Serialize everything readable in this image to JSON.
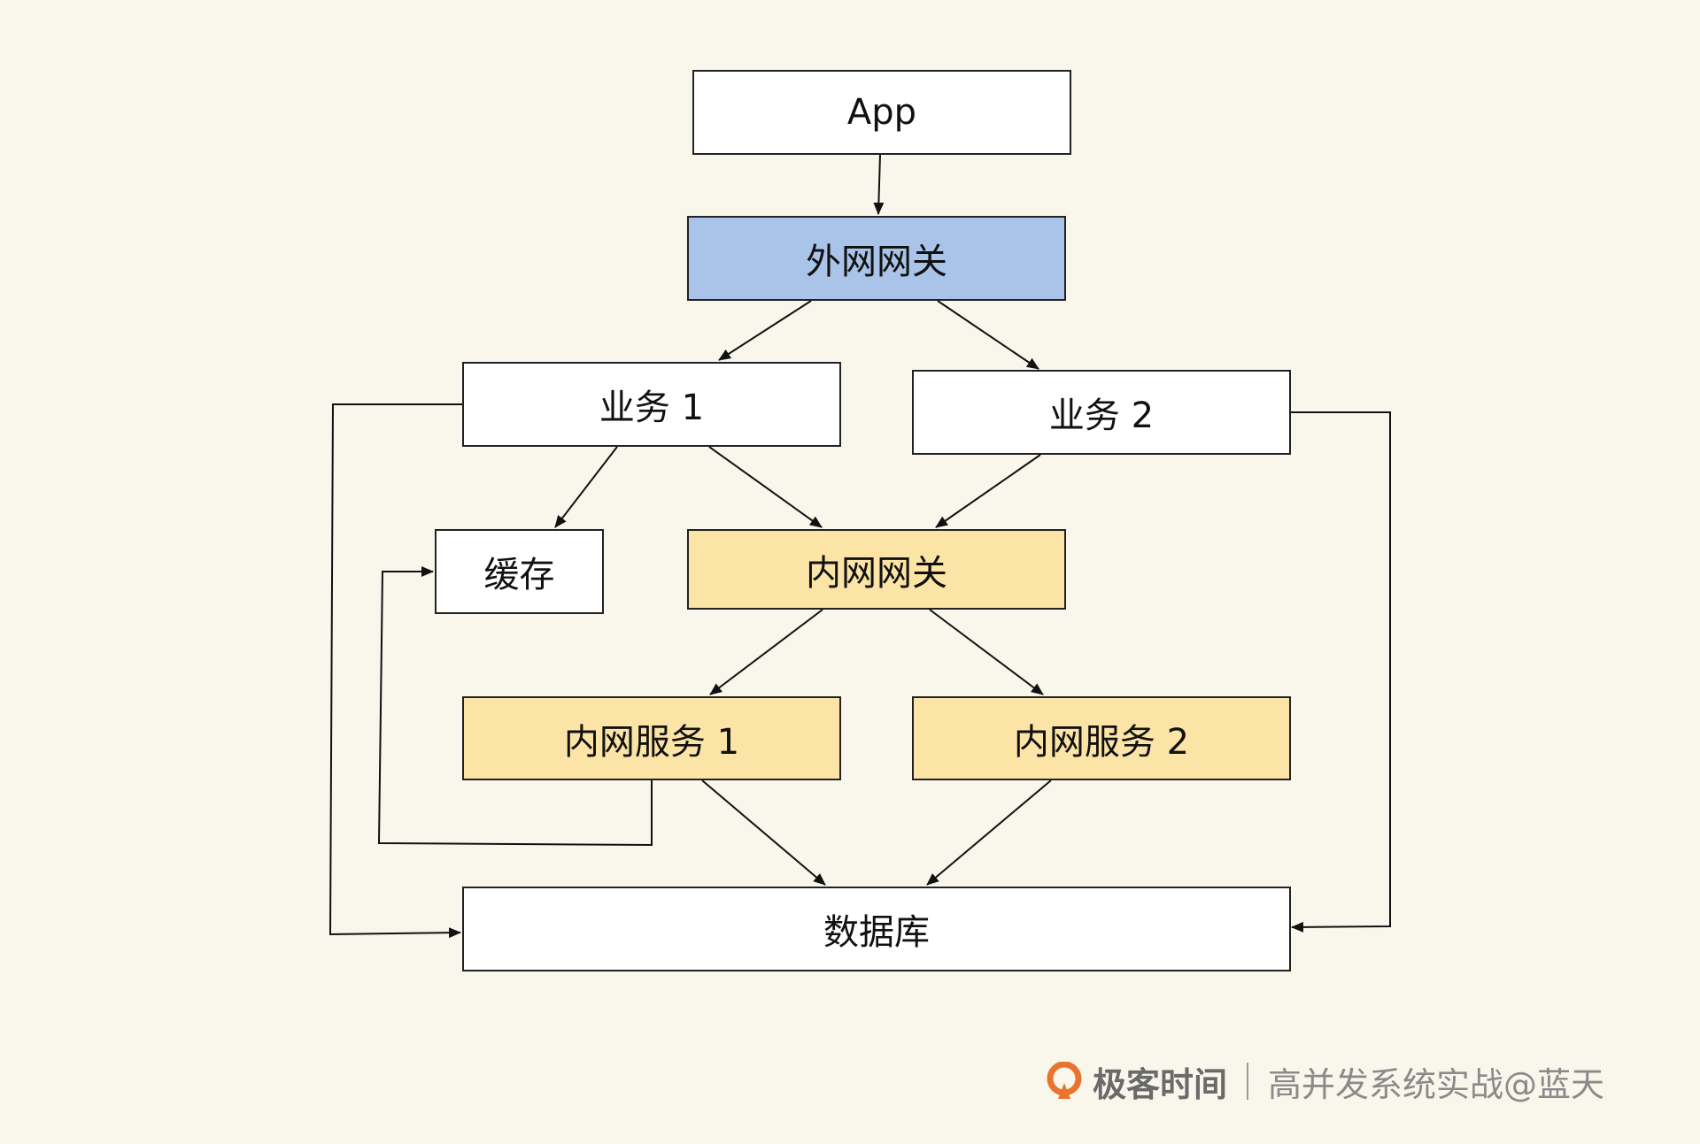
{
  "colors": {
    "background": "#f9f7ec",
    "white_box": "#ffffff",
    "gateway_blue": "#a9c4e8",
    "internal_yellow": "#fbe4a6",
    "stroke": "#222222",
    "brand_orange": "#e8742f"
  },
  "nodes": {
    "app": {
      "label": "App",
      "fill": "#ffffff"
    },
    "external_gateway": {
      "label": "外网网关",
      "fill": "#a9c4e8"
    },
    "business1": {
      "label": "业务 1",
      "fill": "#ffffff"
    },
    "business2": {
      "label": "业务 2",
      "fill": "#ffffff"
    },
    "cache": {
      "label": "缓存",
      "fill": "#ffffff"
    },
    "internal_gateway": {
      "label": "内网网关",
      "fill": "#fbe4a6"
    },
    "internal_service1": {
      "label": "内网服务 1",
      "fill": "#fbe4a6"
    },
    "internal_service2": {
      "label": "内网服务 2",
      "fill": "#fbe4a6"
    },
    "database": {
      "label": "数据库",
      "fill": "#ffffff"
    }
  },
  "edges": [
    {
      "from": "app",
      "to": "external_gateway"
    },
    {
      "from": "external_gateway",
      "to": "business1"
    },
    {
      "from": "external_gateway",
      "to": "business2"
    },
    {
      "from": "business1",
      "to": "cache"
    },
    {
      "from": "business1",
      "to": "internal_gateway"
    },
    {
      "from": "business2",
      "to": "internal_gateway"
    },
    {
      "from": "internal_gateway",
      "to": "internal_service1"
    },
    {
      "from": "internal_gateway",
      "to": "internal_service2"
    },
    {
      "from": "internal_service1",
      "to": "database"
    },
    {
      "from": "internal_service2",
      "to": "database"
    },
    {
      "from": "internal_service1",
      "to": "cache"
    },
    {
      "from": "business1",
      "to": "database"
    },
    {
      "from": "business2",
      "to": "database"
    }
  ],
  "footer": {
    "logo_icon": "geektime-logo-icon",
    "brand": "极客时间",
    "course": "高并发系统实战@蓝天"
  }
}
